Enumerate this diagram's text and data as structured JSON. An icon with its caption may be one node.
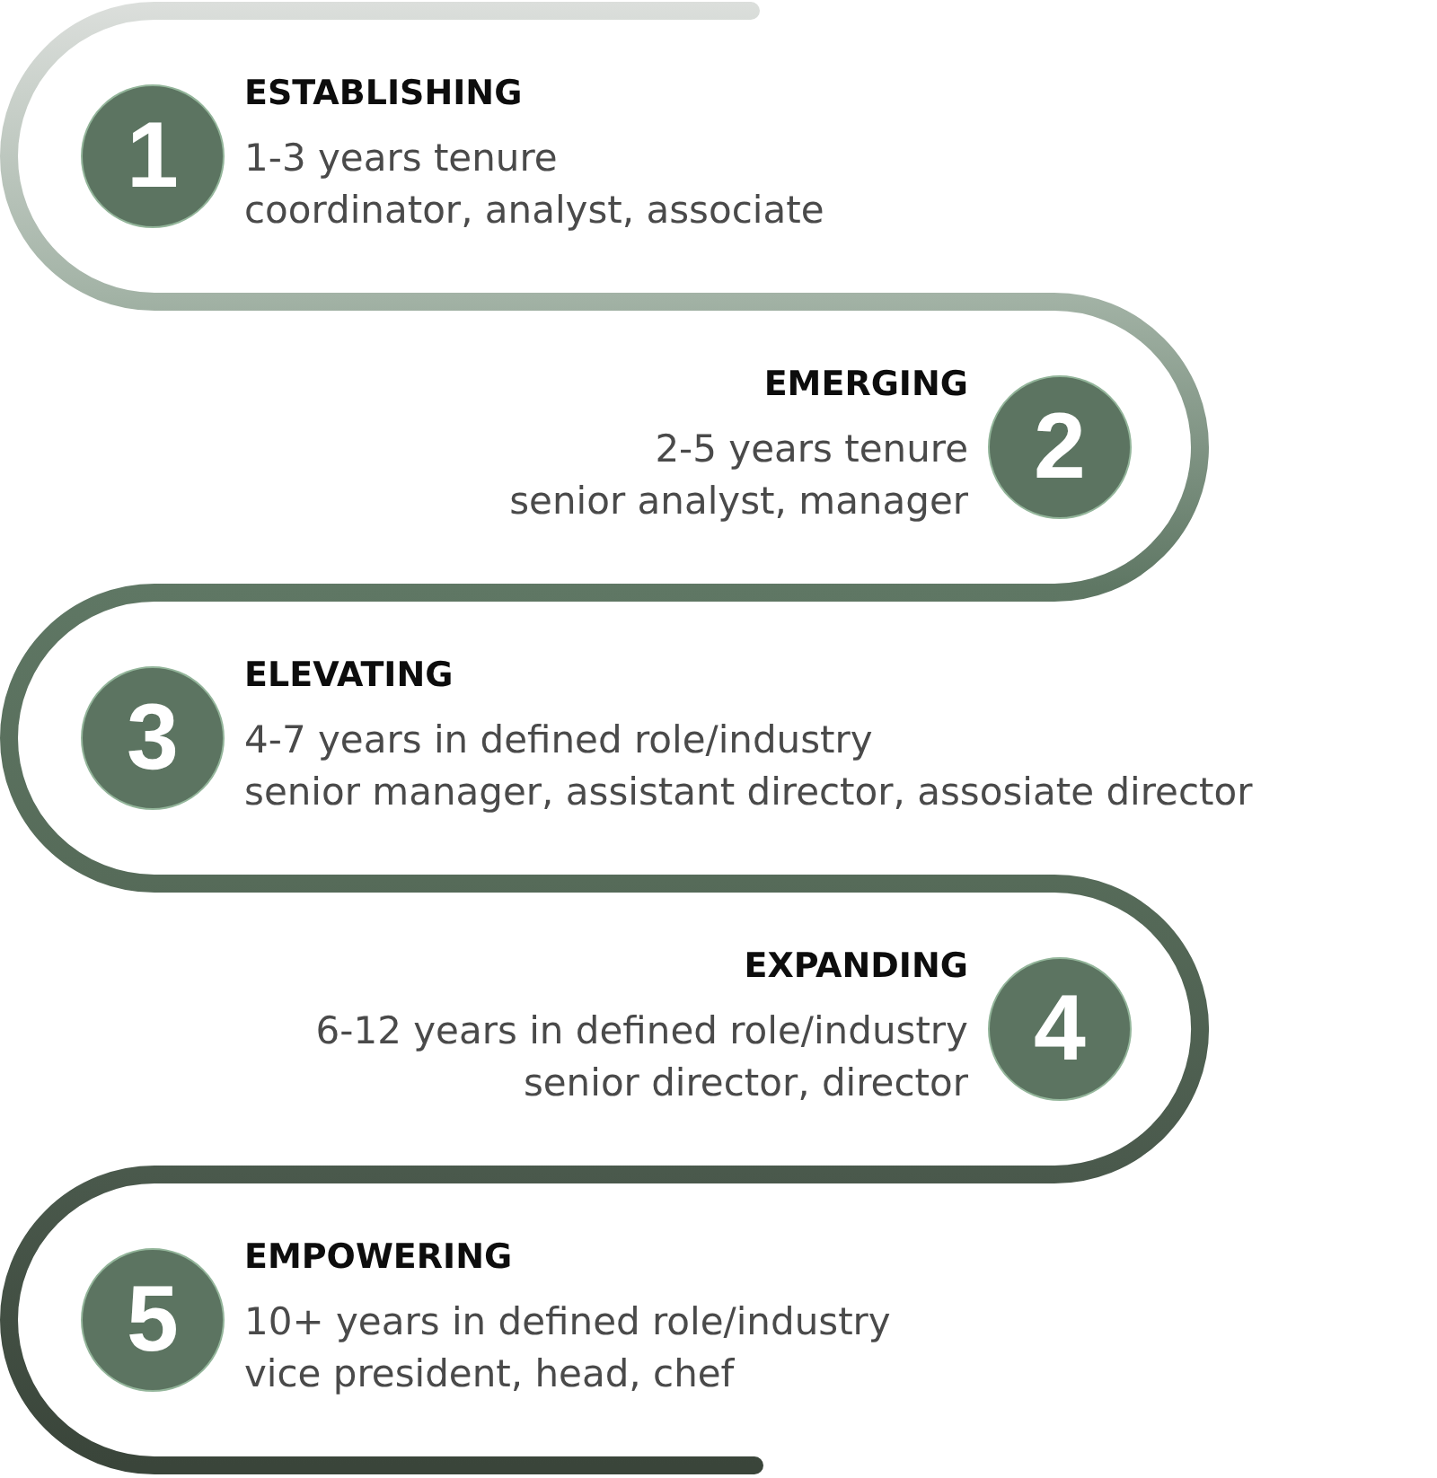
{
  "diagram": {
    "nodes": [
      {
        "text": [
          "1"
        ],
        "beside": [
          "ESTABLISHING",
          "1-3 years tenure",
          "coordinator, analyst, associate"
        ]
      },
      {
        "text": [
          "2"
        ],
        "beside": [
          "EMERGING",
          "2-5 years tenure",
          "senior analyst, manager"
        ]
      },
      {
        "text": [
          "3"
        ],
        "beside": [
          "ELEVATING",
          "4-7 years in defined role/industry",
          "senior manager, assistant director, assosiate director"
        ]
      },
      {
        "text": [
          "4"
        ],
        "beside": [
          "EXPANDING",
          "6-12 years in defined role/industry",
          "senior director, director"
        ]
      },
      {
        "text": [
          "5"
        ],
        "beside": [
          "EMPOWERING",
          "10+ years in defined role/industry",
          "vice president, head, chef"
        ]
      }
    ]
  }
}
